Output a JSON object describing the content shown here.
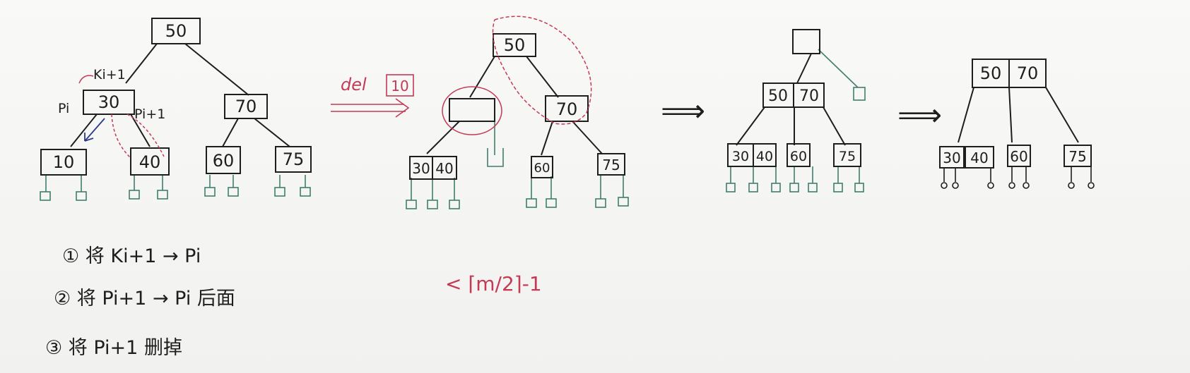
{
  "ink": {
    "black": "#1e1e1e",
    "red": "#c43a55",
    "green": "#3f7f6e",
    "paper": "#f6f6f4"
  },
  "trees": [
    {
      "id": "t1",
      "nodes": [
        {
          "id": "t1-root",
          "keys": [
            "50"
          ]
        },
        {
          "id": "t1-n30",
          "keys": [
            "30"
          ]
        },
        {
          "id": "t1-n70",
          "keys": [
            "70"
          ]
        },
        {
          "id": "t1-n10",
          "keys": [
            "10"
          ]
        },
        {
          "id": "t1-n40",
          "keys": [
            "40"
          ]
        },
        {
          "id": "t1-n60",
          "keys": [
            "60"
          ]
        },
        {
          "id": "t1-n75",
          "keys": [
            "75"
          ]
        }
      ],
      "labels": {
        "ki1": "Ki+1",
        "pi": "Pi",
        "pi1": "Pi+1"
      }
    },
    {
      "id": "t2",
      "nodes": [
        {
          "id": "t2-root",
          "keys": [
            "50"
          ]
        },
        {
          "id": "t2-empty",
          "keys": [
            ""
          ]
        },
        {
          "id": "t2-n70",
          "keys": [
            "70"
          ]
        },
        {
          "id": "t2-n3040",
          "keys": [
            "30",
            "40"
          ]
        },
        {
          "id": "t2-n60",
          "keys": [
            "60"
          ]
        },
        {
          "id": "t2-n75",
          "keys": [
            "75"
          ]
        }
      ]
    },
    {
      "id": "t3",
      "nodes": [
        {
          "id": "t3-empty",
          "keys": [
            ""
          ]
        },
        {
          "id": "t3-n5070",
          "keys": [
            "50",
            "70"
          ]
        },
        {
          "id": "t3-n3040",
          "keys": [
            "30",
            "40"
          ]
        },
        {
          "id": "t3-n60",
          "keys": [
            "60"
          ]
        },
        {
          "id": "t3-n75",
          "keys": [
            "75"
          ]
        }
      ]
    },
    {
      "id": "t4",
      "nodes": [
        {
          "id": "t4-n5070",
          "keys": [
            "50",
            "70"
          ]
        },
        {
          "id": "t4-n30",
          "keys": [
            "30"
          ]
        },
        {
          "id": "t4-n40",
          "keys": [
            "40"
          ]
        },
        {
          "id": "t4-n60",
          "keys": [
            "60"
          ]
        },
        {
          "id": "t4-n75",
          "keys": [
            "75"
          ]
        }
      ]
    }
  ],
  "del_label": {
    "word": "del",
    "key": "10"
  },
  "condition": "< ⌈m/2⌉-1",
  "arrow_glyph": "⟹",
  "steps": [
    "① 将 Ki+1 → Pi",
    "② 将 Pi+1 → Pi 后面",
    "③ 将 Pi+1 删掉"
  ]
}
